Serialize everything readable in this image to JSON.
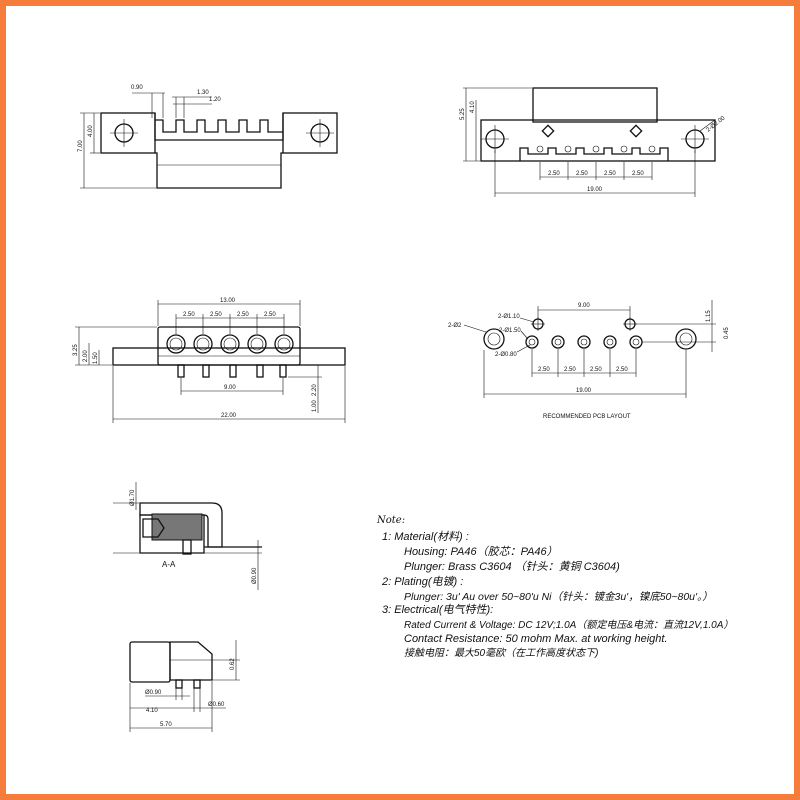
{
  "colors": {
    "frame": "#f57c3a",
    "ink": "#111111"
  },
  "top_view": {
    "d1": "0.90",
    "d2": "1.30",
    "d3": "1.20",
    "h1": "7.00",
    "h2": "4.00"
  },
  "front_view": {
    "h1": "5.25",
    "h2": "4.10",
    "dia": "2-Ø2.00",
    "pitch": [
      "2.50",
      "2.50",
      "2.50",
      "2.50"
    ],
    "width": "19.00"
  },
  "side_view": {
    "top": "13.00",
    "pitch": [
      "2.50",
      "2.50",
      "2.50",
      "2.50"
    ],
    "h1": "3.25",
    "h2": "2.00",
    "h3": "1.50",
    "pin_span": "9.00",
    "width": "22.00",
    "pin_len1": "1.00",
    "pin_len2": "2.20"
  },
  "pcb_layout": {
    "span": "9.00",
    "d1": "2-Ø1.10",
    "d2": "2-Ø1.50",
    "d3": "2-Ø0.80",
    "d4": "2-Ø2",
    "v1": "1.15",
    "v2": "0.45",
    "pitch": [
      "2.50",
      "2.50",
      "2.50",
      "2.50"
    ],
    "width": "19.00",
    "caption": "RECOMMENDED PCB LAYOUT"
  },
  "section": {
    "label": "A-A",
    "d_top": "Ø1.70",
    "d_bot": "Ø0.90"
  },
  "bottom_view": {
    "h": "0.62",
    "d1": "Ø0.90",
    "d2": "4.10",
    "d3": "Ø0.60",
    "w": "5.70"
  },
  "notes": {
    "title": "Note:",
    "l1": "1: Material(材料) :",
    "l2": "Housing: PA46（胶芯：PA46）",
    "l3": "Plunger: Brass C3604 （针头：黄铜 C3604)",
    "l4": "2: Plating(电镀) :",
    "l5": "Plunger: 3u' Au over 50~80'u Ni（针头：镀金3u'，镍底50~80u'。）",
    "l6": "3: Electrical(电气特性):",
    "l7": "Rated Current & Voltage: DC 12V;1.0A（额定电压&电流：直流12V,1.0A）",
    "l8": "Contact Resistance: 50 mohm Max. at working height.",
    "l9": "接触电阻：最大50毫欧（在工作高度状态下)"
  }
}
